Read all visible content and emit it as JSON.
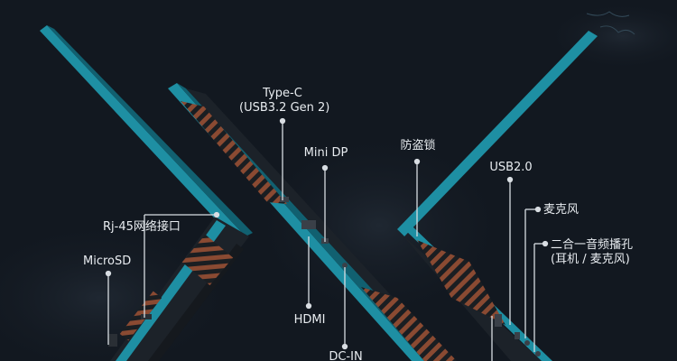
{
  "colors": {
    "background": "#121820",
    "accent_teal": "#1e8fa3",
    "body_dark": "#1c2229",
    "vent": "#8a4a32",
    "label_text": "#e8ecf0",
    "leader_line": "#d8dde2"
  },
  "labels": {
    "type_c_title": "Type-C",
    "type_c_sub": "(USB3.2 Gen 2)",
    "mini_dp": "Mini DP",
    "hdmi": "HDMI",
    "dc_in": "DC-IN",
    "rj45": "Rj-45网络接口",
    "microsd": "MicroSD",
    "lock": "防盗锁",
    "usb2": "USB2.0",
    "mic": "麦克风",
    "audio_title": "二合一音频播孔",
    "audio_sub": "(耳机 / 麦克风)"
  }
}
